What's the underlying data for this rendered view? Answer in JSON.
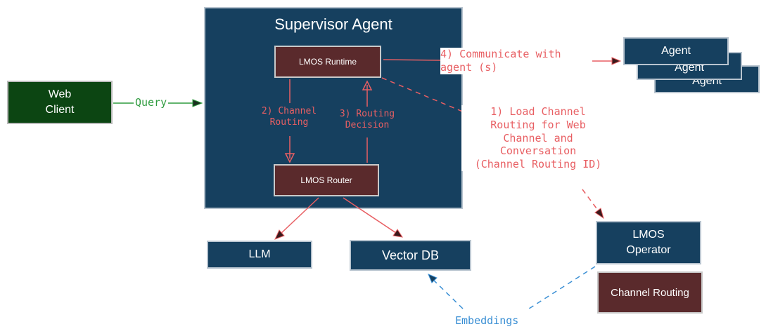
{
  "nodes": {
    "supervisor": "Supervisor Agent",
    "runtime": "LMOS Runtime",
    "router": "LMOS Router",
    "web_client": "Web\nClient",
    "llm": "LLM",
    "vector_db": "Vector DB",
    "operator": "LMOS\nOperator",
    "channel_routing": "Channel Routing",
    "agent_front": "Agent",
    "agent_mid": "Agent",
    "agent_back": "Agent"
  },
  "edges": {
    "query": "Query",
    "channel_routing_step": "2) Channel\nRouting",
    "routing_decision_step": "3) Routing\nDecision",
    "communicate_step": "4) Communicate with\nagent (s)",
    "load_step": "1) Load Channel\nRouting  for Web\nChannel and\nConversation\n(Channel Routing ID)",
    "embeddings": "Embeddings"
  },
  "colors": {
    "navy": "#16405f",
    "maroon": "#5a2a2c",
    "green": "#0c4512",
    "red_arrow": "#e85f63",
    "blue_arrow": "#3a8fd4",
    "green_arrow": "#2f9b3f"
  }
}
